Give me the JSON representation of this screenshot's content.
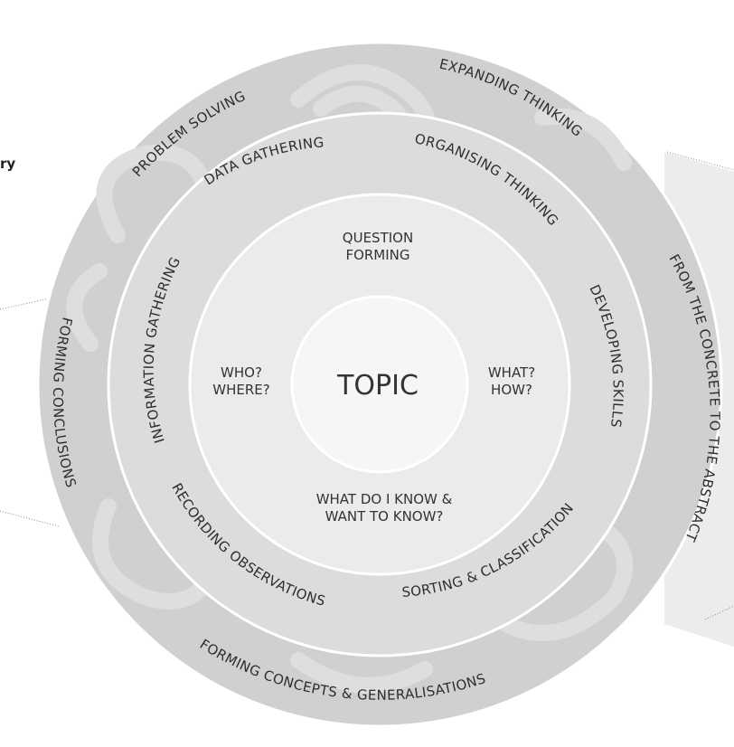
{
  "center": {
    "label": "TOPIC"
  },
  "inner_ring": {
    "top": [
      "QUESTION",
      "FORMING"
    ],
    "left": [
      "WHO?",
      "WHERE?"
    ],
    "right": [
      "WHAT?",
      "HOW?"
    ],
    "bottom": [
      "WHAT DO I KNOW &",
      "WANT TO KNOW?"
    ]
  },
  "middle_ring": {
    "data_gathering": "DATA GATHERING",
    "organising_thinking": "ORGANISING THINKING",
    "developing_skills": "DEVELOPING SKILLS",
    "sorting_classification": "SORTING & CLASSIFICATION",
    "recording_observations": "RECORDING OBSERVATIONS",
    "information_gathering": "INFORMATION GATHERING"
  },
  "outer_ring": {
    "problem_solving": "PROBLEM SOLVING",
    "expanding_thinking": "EXPANDING THINKING",
    "concrete_to_abstract": "FROM THE CONCRETE TO THE ABSTRACT",
    "forming_concepts": "FORMING CONCEPTS & GENERALISATIONS",
    "forming_conclusions": "FORMING CONCLUSIONS"
  },
  "edge_fragment": "ry",
  "colors": {
    "outer_ring": "#d0d0d0",
    "middle_ring": "#dcdcdc",
    "inner_ring": "#ebebeb",
    "center": "#f6f6f6",
    "ring_border": "#ffffff",
    "motif": "#dedede"
  }
}
